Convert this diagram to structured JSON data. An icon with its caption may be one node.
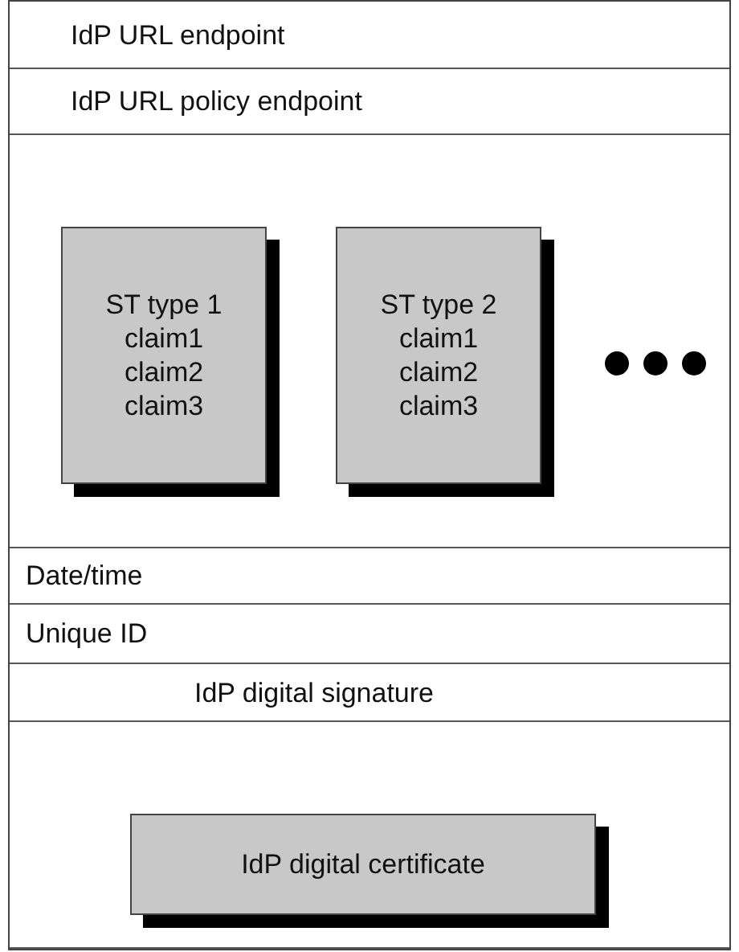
{
  "diagram": {
    "nodes": [
      {
        "text": [],
        "shape": "box"
      },
      {
        "text": [
          "IdP URL endpoint"
        ],
        "in": 0
      },
      {
        "text": [
          "IdP URL policy endpoint"
        ],
        "in": 0
      },
      {
        "text": [],
        "shape": "box",
        "in": 0
      },
      {
        "text": [
          "ST type 1",
          "claim1",
          "claim2",
          "claim3"
        ],
        "in": 3
      },
      {
        "text": [
          "ST type 2",
          "claim1",
          "claim2",
          "claim3"
        ],
        "in": 3
      },
      {
        "text": [
          "Date/time"
        ],
        "in": 0
      },
      {
        "text": [
          "Unique ID"
        ],
        "in": 0
      },
      {
        "text": [
          "IdP digital signature"
        ],
        "in": 0
      },
      {
        "text": [],
        "shape": "box",
        "in": 0
      },
      {
        "text": [
          "IdP digital certificate"
        ],
        "in": 9
      }
    ]
  }
}
